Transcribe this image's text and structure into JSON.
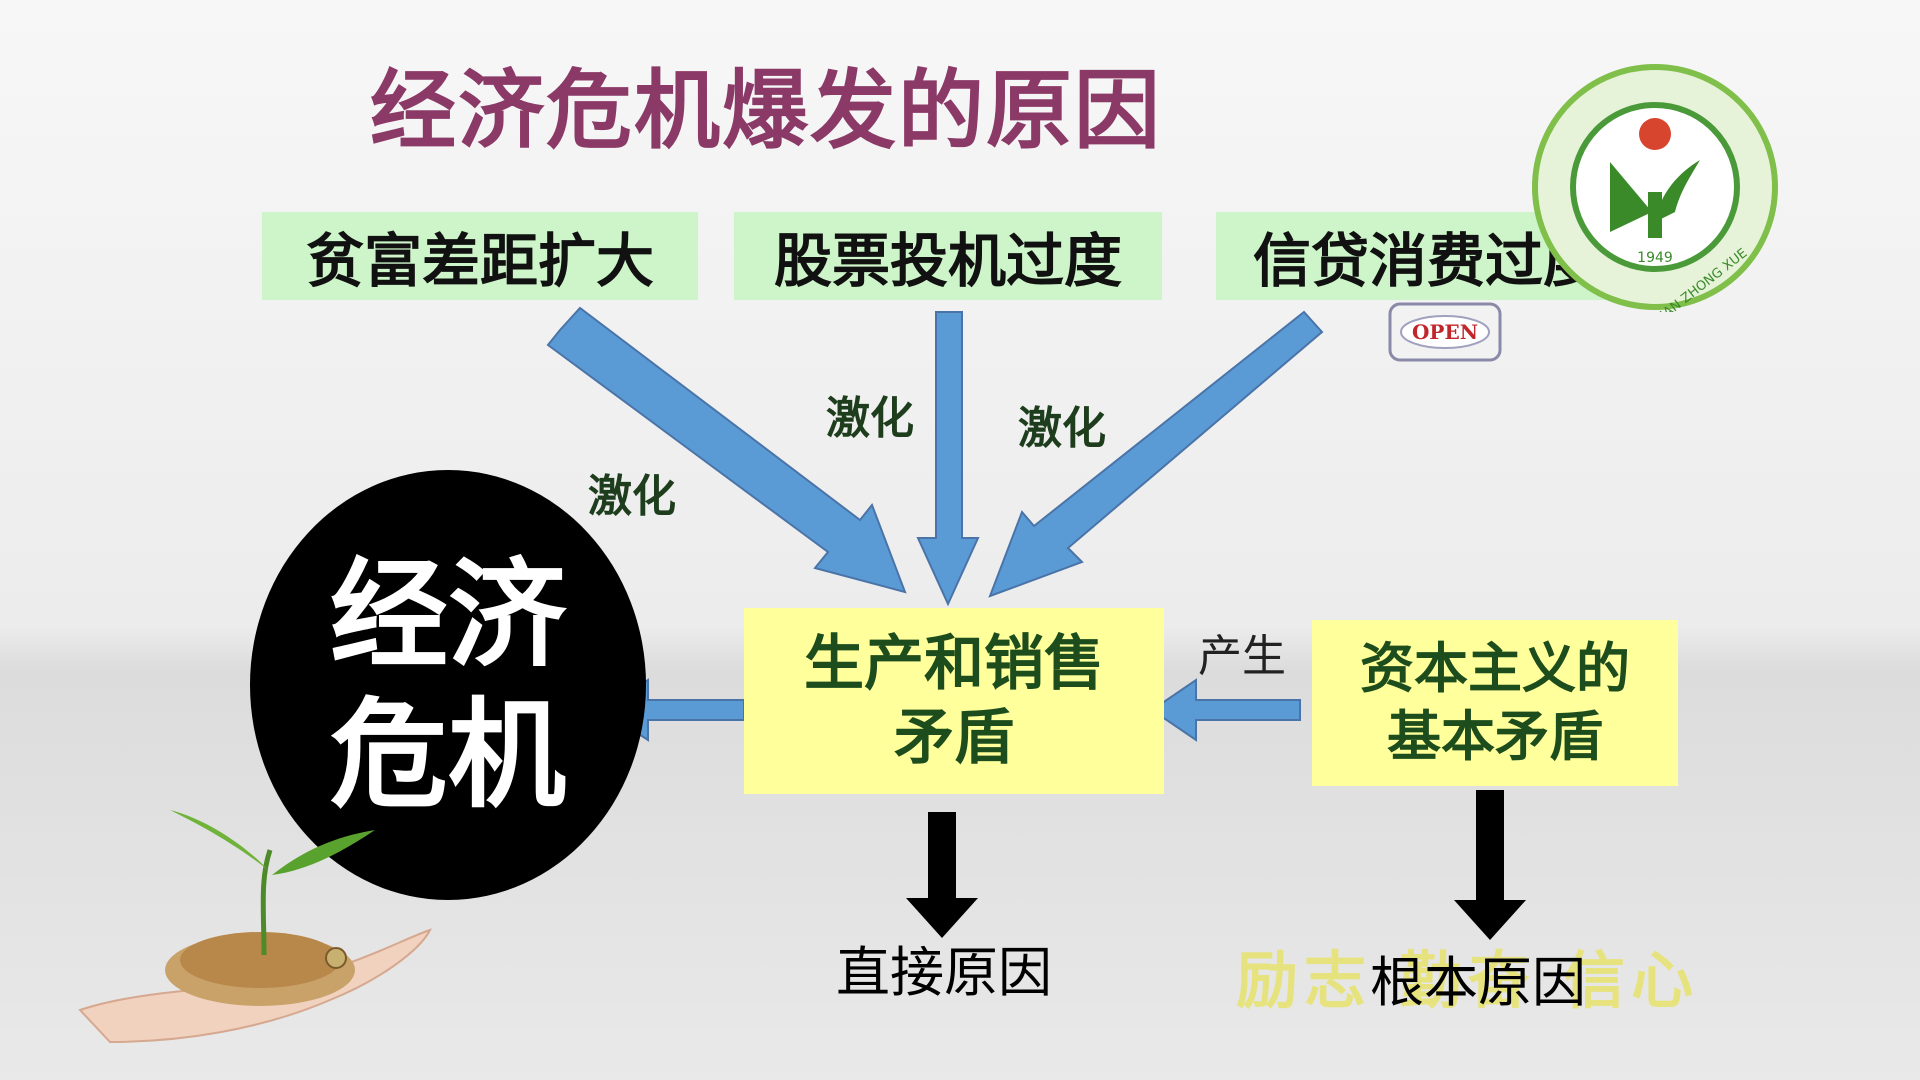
{
  "title": "经济危机爆发的原因",
  "causes": [
    "贫富差距扩大",
    "股票投机过度",
    "信贷消费过度"
  ],
  "intensify_label": "激化",
  "contradiction": {
    "line1": "生产和销售",
    "line2": "矛盾"
  },
  "basic_contradiction": {
    "line1": "资本主义的",
    "line2": "基本矛盾"
  },
  "produce_label": "产生",
  "crisis": {
    "line1": "经济",
    "line2": "危机"
  },
  "direct_cause": "直接原因",
  "root_cause": "根本原因",
  "motto": "励志 勤奋 信心",
  "logo": {
    "year": "1949",
    "text": "HUAN ZHONG XUE"
  },
  "open_badge": "OPEN",
  "colors": {
    "title": "#8b3a68",
    "cause_bg": "#cdf5c9",
    "yellow_bg": "#ffff9b",
    "blue_arrow": "#5b9bd5",
    "dark_green_text": "#1d4d1d"
  }
}
